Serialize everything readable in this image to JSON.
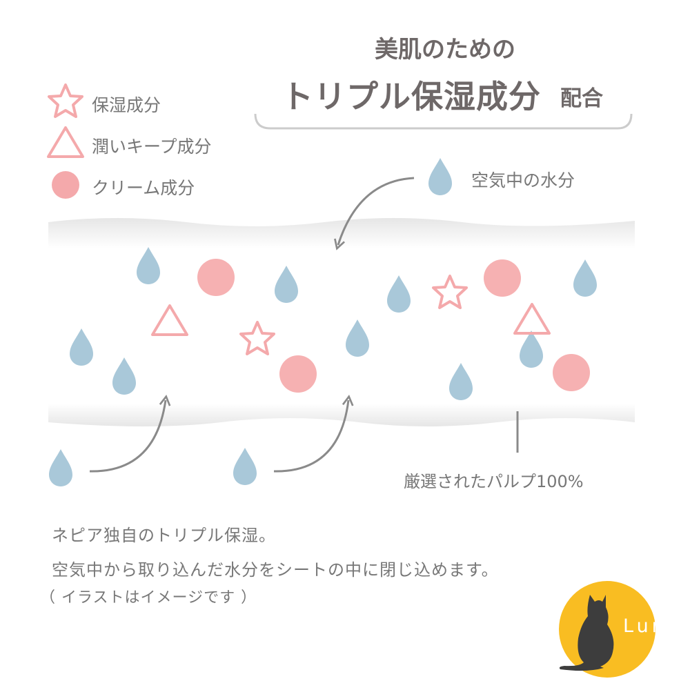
{
  "title": {
    "line1": "美肌のための",
    "main": "トリプル保湿成分",
    "suffix": "配合"
  },
  "legend": [
    {
      "icon": "star-icon",
      "label": "保湿成分"
    },
    {
      "icon": "triangle-icon",
      "label": "潤いキープ成分"
    },
    {
      "icon": "circle-icon",
      "label": "クリーム成分"
    }
  ],
  "labels": {
    "air_moisture": "空気中の水分",
    "pulp": "厳選されたパルプ100%"
  },
  "description": [
    "ネピア独自のトリプル保湿。",
    "空気中から取り込んだ水分をシートの中に閉じ込めます。",
    "（ イラストはイメージです ）"
  ],
  "logo": {
    "text": "Luna"
  },
  "colors": {
    "drop": "#a9c8d9",
    "pink": "#f4a9ab",
    "text": "#6e6868",
    "logo_bg": "#f9bd22",
    "cat": "#3d3d3d"
  }
}
